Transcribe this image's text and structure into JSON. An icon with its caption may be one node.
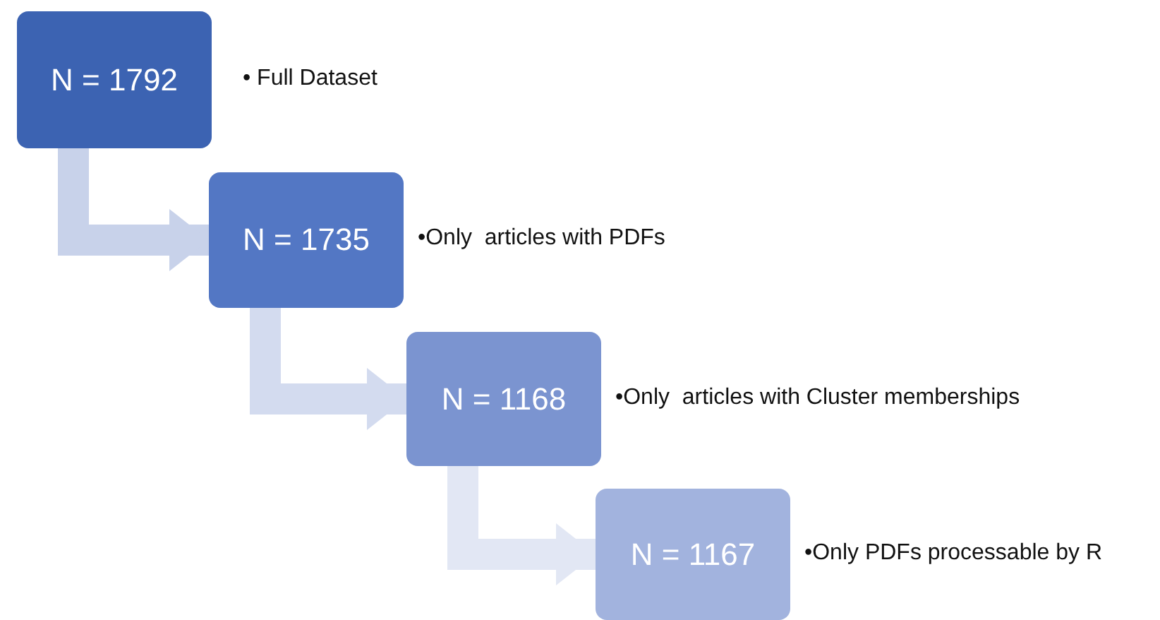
{
  "diagram": {
    "nodes": [
      {
        "text": [
          "N = 1792"
        ],
        "beside": [
          "• Full Dataset"
        ]
      },
      {
        "text": [
          "N = 1735"
        ],
        "beside": [
          "•Only  articles with PDFs"
        ]
      },
      {
        "text": [
          "N = 1168"
        ],
        "beside": [
          "•Only  articles with Cluster memberships"
        ]
      },
      {
        "text": [
          "N = 1167"
        ],
        "beside": [
          "•Only PDFs processable by R"
        ]
      }
    ],
    "edges": [
      {
        "from": 0,
        "to": 1,
        "arrow": "to",
        "color": "#c8d2ea"
      },
      {
        "from": 1,
        "to": 2,
        "arrow": "to",
        "color": "#d3dbef"
      },
      {
        "from": 2,
        "to": 3,
        "arrow": "to",
        "color": "#e2e7f4"
      }
    ]
  }
}
